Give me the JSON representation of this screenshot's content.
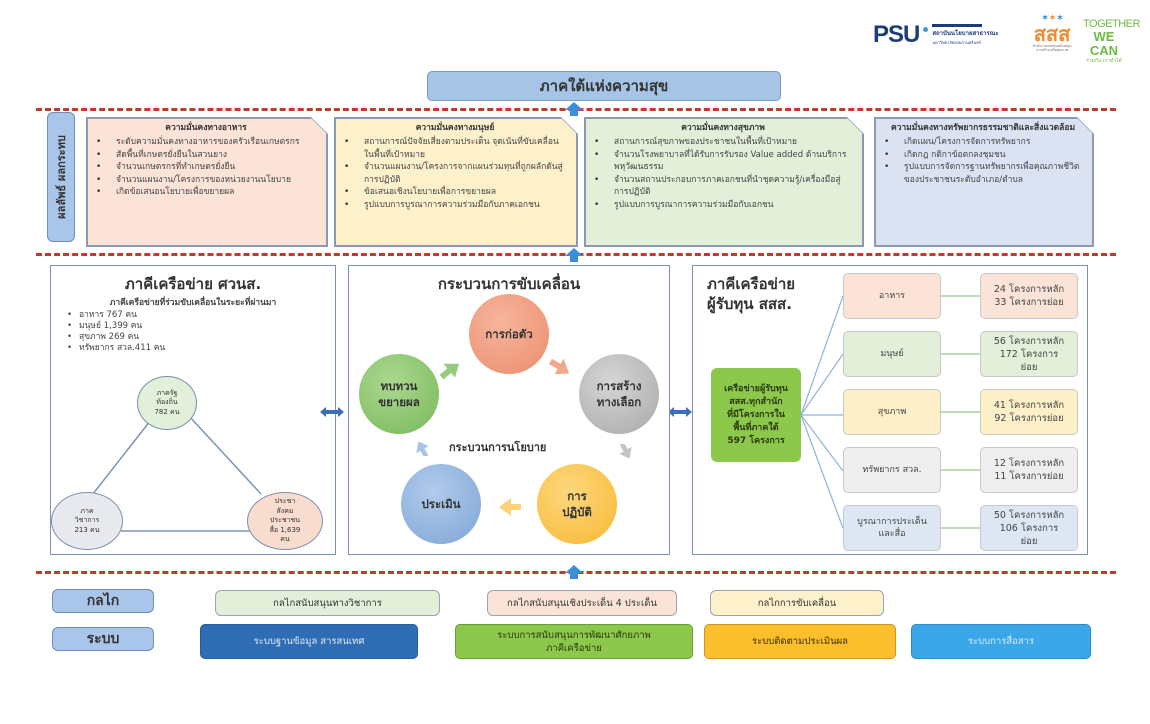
{
  "logos": {
    "psu": {
      "mark": "PSU",
      "line1": "สถาบันนโยบายสาธารณะ",
      "line2": "มหาวิทยาลัยสงขลานครินทร์"
    },
    "sss": {
      "text": "สสส",
      "sub": "สำนักงานกองทุนสนับสนุนการสร้างเสริมสุขภาพ"
    },
    "twc": {
      "line1": "TOGETHER",
      "line2": "WE CAN",
      "line3": "ร่วมกัน เราทำได้"
    }
  },
  "goal": "ภาคใต้แห่งความสุข",
  "outcome_label": "ผลลัพธ์ ผลกระทบ",
  "security_cards": [
    {
      "title": "ความมั่นคงทางอาหาร",
      "color": "#fbe3d7",
      "items": [
        "ระดับความมั่นคงทางอาหารของครัวเรือนเกษตรกร",
        "สัดพื้นที่เกษตรยั่งยืนในสวนยาง",
        "จำนวนเกษตรกรที่ทำเกษตรยั่งยืน",
        "จำนวนแผนงาน/โครงการของหน่วยงานนโยบาย",
        "เกิดข้อเสนอนโยบายเพื่อขยายผล"
      ]
    },
    {
      "title": "ความมั่นคงทางมนุษย์",
      "color": "#fdf1cc",
      "items": [
        "สถานการณ์ปัจจัยเสี่ยงตามประเด็น จุดเน้นที่ขับเคลื่อนในพื้นที่เป้าหมาย",
        "จำนวนแผนงาน/โครงการจากแผนร่วมทุนที่ถูกผลักดันสู่การปฏิบัติ",
        "ข้อเสนอเชิงนโยบายเพื่อการขยายผล",
        "รูปแบบการบูรณาการความร่วมมือกับภาคเอกชน"
      ]
    },
    {
      "title": "ความมั่นคงทางสุขภาพ",
      "color": "#e3efd9",
      "items": [
        "สถานการณ์สุขภาพของประชาชนในพื้นที่เป้าหมาย",
        "จำนวนโรงพยาบาลที่ได้รับการรับรอง Value added ด้านบริการพหุวัฒนธรรม",
        "จำนวนสถานประกอบการภาคเอกชนที่นำชุดความรู้/เครื่องมือสู่การปฏิบัติ",
        "รูปแบบการบูรณาการความร่วมมือกับเอกชน"
      ]
    },
    {
      "title": "ความมั่นคงทางทรัพยากรธรรมชาติและสิ่งแวดล้อม",
      "color": "#dbe3f3",
      "items": [
        "เกิดแผน/โครงการจัดการทรัพยากร",
        "เกิดกฎ กติกาข้อตกลงชุมชน",
        "รูปแบบการจัดการฐานทรัพยากรเพื่อคุณภาพชีวิตของประชาชนระดับอำเภอ/ตำบล"
      ]
    }
  ],
  "network_panel": {
    "title": "ภาคีเครือข่าย ศวนส.",
    "subtitle": "ภาคีเครือข่ายที่ร่วมขับเคลื่อนในระยะที่ผ่านมา",
    "items": [
      "อาหาร 767 คน",
      "มนุษย์ 1,399 คน",
      "สุขภาพ 269 คน",
      "ทรัพยากร สวล.411 คน"
    ],
    "nodes": [
      {
        "label": "ภาครัฐ\nท้องถิ่น\n782 คน",
        "color": "#e2efd9"
      },
      {
        "label": "ภาค\nวิชาการ\n213 คน",
        "color": "#e7e9ef"
      },
      {
        "label": "ประชา\nสังคม\nประชาชน\nสื่อ 1,639\nคน",
        "color": "#f8dccd"
      }
    ]
  },
  "process_panel": {
    "title": "กระบวนการขับเคลื่อน",
    "center_label": "กระบวนการนโยบาย",
    "steps": [
      {
        "label": "การก่อตัว",
        "color": "#ef9a7c"
      },
      {
        "label": "การสร้าง\nทางเลือก",
        "color": "#b5b5b5"
      },
      {
        "label": "การ\nปฏิบัติ",
        "color": "#fbc64a"
      },
      {
        "label": "ประเมิน",
        "color": "#8fb2dd"
      },
      {
        "label": "ทบทวน\nขยายผล",
        "color": "#8bc56a"
      }
    ]
  },
  "funding_panel": {
    "title": "ภาคีเครือข่าย\nผู้รับทุน สสส.",
    "root": "เครือข่ายผู้รับทุน\nสสส.ทุกสำนัก\nที่มีโครงการใน\nพื้นที่ภาคใต้\n597 โครงการ",
    "rows": [
      {
        "category": "อาหาร",
        "value": "24 โครงการหลัก\n33 โครงการย่อย",
        "color": "#fbe3d7"
      },
      {
        "category": "มนุษย์",
        "value": "56 โครงการหลัก\n172 โครงการ\nย่อย",
        "color": "#e3efd9"
      },
      {
        "category": "สุขภาพ",
        "value": "41 โครงการหลัก\n92 โครงการย่อย",
        "color": "#fdefc8"
      },
      {
        "category": "ทรัพยากร สวล.",
        "value": "12 โครงการหลัก\n11 โครงการย่อย",
        "color": "#eeeeee"
      },
      {
        "category": "บูรณาการประเด็น\nและสื่อ",
        "value": "50 โครงการหลัก\n106 โครงการ\nย่อย",
        "color": "#dde7f4"
      }
    ]
  },
  "mechanism": {
    "label": "กลไก",
    "items": [
      {
        "label": "กลไกสนับสนุนทางวิชาการ",
        "color": "#e3efd9"
      },
      {
        "label": "กลไกสนับสนุนเชิงประเด็น 4 ประเด็น",
        "color": "#fbe3d7"
      },
      {
        "label": "กลไกการขับเคลื่อน",
        "color": "#fdf1cc"
      }
    ]
  },
  "system": {
    "label": "ระบบ",
    "items": [
      {
        "label": "ระบบฐานข้อมูล สารสนเทศ",
        "color": "#2e6db4",
        "text_color": "#dfe9f7"
      },
      {
        "label": "ระบบการสนับสนุนการพัฒนาศักยภาพ\nภาคีเครือข่าย",
        "color": "#8cc84b",
        "text_color": "#2d3a10"
      },
      {
        "label": "ระบบติดตามประเมินผล",
        "color": "#fbbf2d",
        "text_color": "#3a2f08"
      },
      {
        "label": "ระบบการสื่อสาร",
        "color": "#3ba6e8",
        "text_color": "#d6ecfb"
      }
    ]
  }
}
